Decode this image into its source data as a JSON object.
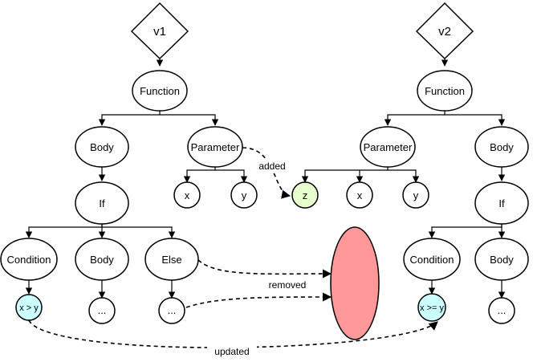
{
  "v1": {
    "version": "v1",
    "function": "Function",
    "body": "Body",
    "parameter": "Parameter",
    "param_x": "x",
    "param_y": "y",
    "if": "If",
    "condition": "Condition",
    "if_body": "Body",
    "else": "Else",
    "cond_expr": "x > y",
    "body_ellipsis": "...",
    "else_ellipsis": "..."
  },
  "v2": {
    "version": "v2",
    "function": "Function",
    "parameter": "Parameter",
    "param_z": "z",
    "param_x": "x",
    "param_y": "y",
    "body": "Body",
    "if": "If",
    "condition": "Condition",
    "if_body": "Body",
    "cond_expr": "x >= y",
    "body_ellipsis": "..."
  },
  "edges": {
    "added": "added",
    "removed": "removed",
    "updated": "updated"
  },
  "colors": {
    "added": "#e6ffcc",
    "updated": "#ccffff",
    "removed": "#ff9999",
    "stroke": "#000000"
  }
}
